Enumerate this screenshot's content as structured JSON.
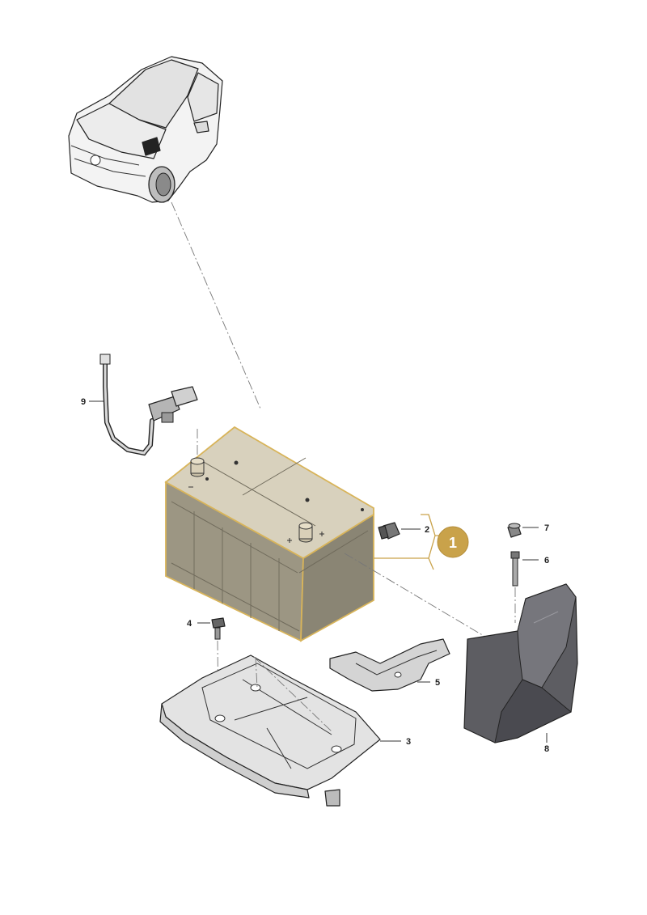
{
  "callouts": {
    "badge": "1",
    "p2": "2",
    "p3": "3",
    "p4": "4",
    "p5": "5",
    "p6": "6",
    "p7": "7",
    "p8": "8",
    "p9": "9"
  },
  "colors": {
    "accent": "#c9a24a",
    "battery_top": "#d8d1bd",
    "battery_side": "#9c9683",
    "battery_outline": "#d8b45a",
    "tray": "#dcdcdc",
    "cover": "#5d5d62",
    "line": "#333333"
  },
  "icons": [
    "car-icon",
    "battery-icon",
    "cable-icon",
    "tray-icon",
    "bracket-icon",
    "cover-icon",
    "bolt-icon",
    "nut-icon",
    "screw-icon"
  ]
}
